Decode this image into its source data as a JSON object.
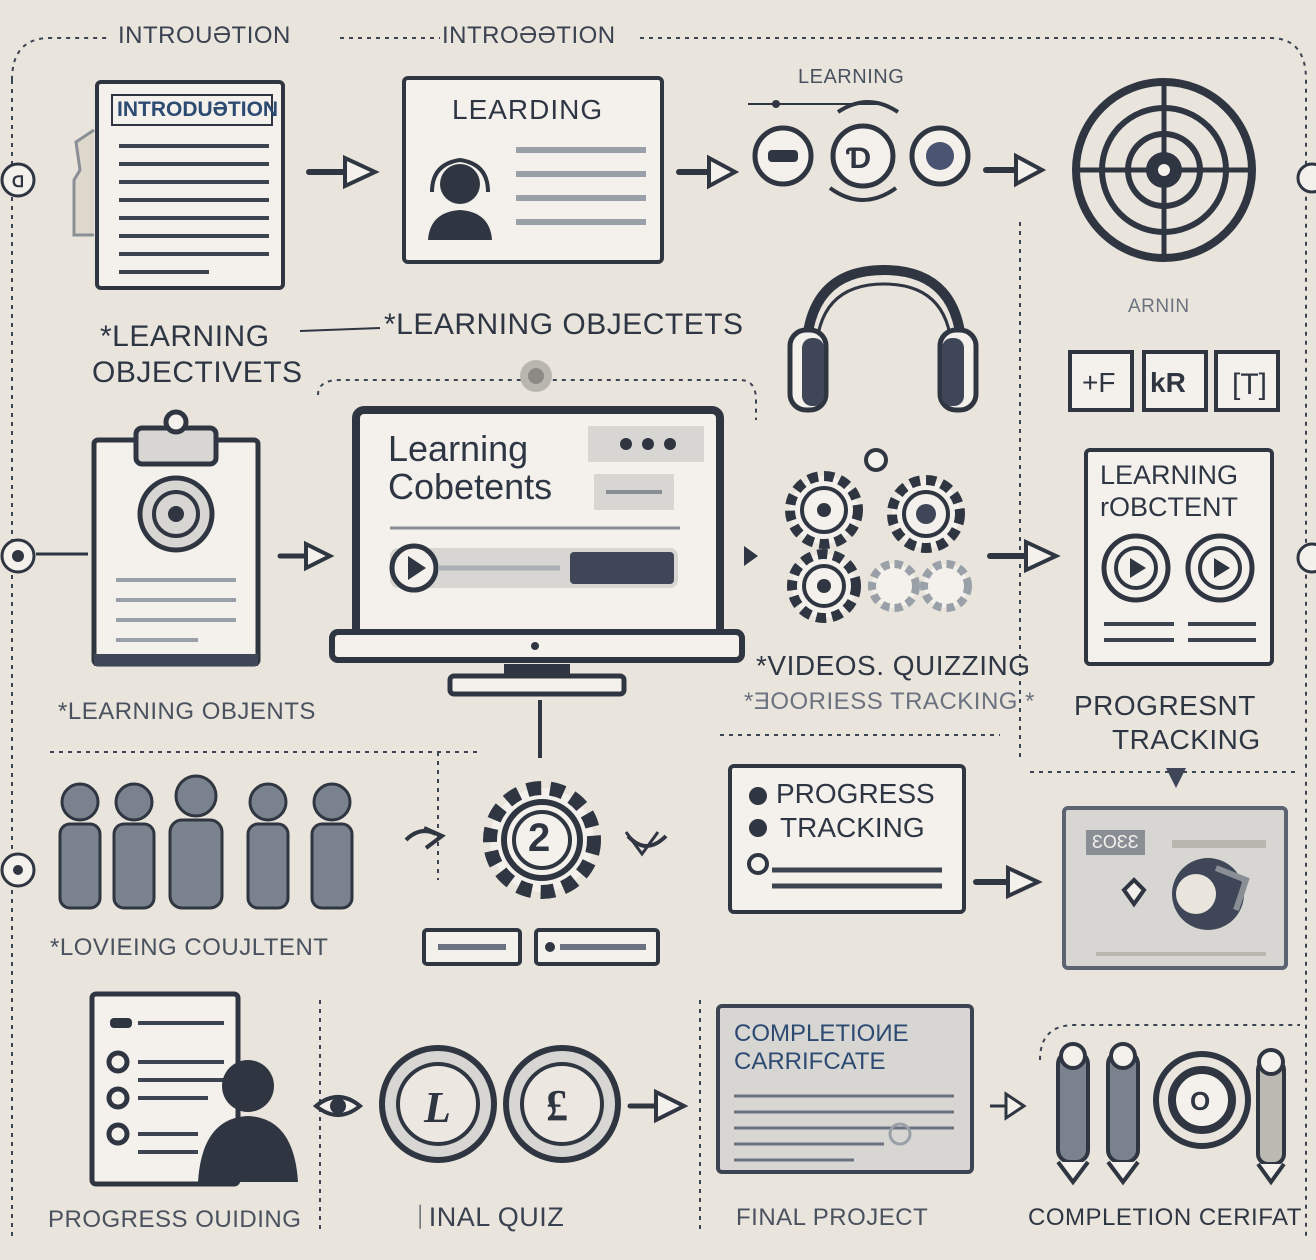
{
  "top_labels": [
    "INTROUƏTION",
    "INTROƏƏTION",
    "LEARNING"
  ],
  "panels": {
    "intro_doc_title": "INTRODUƏTION",
    "learding_card_title": "LEARDING",
    "laptop_title_line1": "Learning",
    "laptop_title_line2": "Cobetents",
    "learning_cobject_line1": "LEARNING",
    "learning_cobject_line2": "rOBCTENT",
    "progress_tracking_line1": "PROGRESS",
    "progress_tracking_line2": "TRACKING",
    "completion_line1": "COMPLETIOИE",
    "completion_line2": "CARRIFCATE",
    "arning_label": "ARNIN",
    "cert_chip": "ƐOƐƐ"
  },
  "labels": {
    "learning_objectivets_1": "*LEARNING",
    "learning_objectivets_2": "OBJECTIVETS",
    "learning_objectets": "*LEARNING OBJECTETS",
    "learning_objents": "*LEARNING OBJENTS",
    "videos_quizzing": "*VIDEOS. QUIZZING",
    "progress_tracking_sub": "*ƎOORIESS TRACKING *",
    "progresnt_1": "PROGRESNT",
    "progresnt_2": "TRACKING",
    "lovieing_content": "*LOVIEING COUJLTENT",
    "progress_ouiding": "PROGRESS OUIDING",
    "final_quiz": "ᛁINAL  QUIZ",
    "final_project": "FINAL  PROJECT",
    "completion_cert": "COMPLETION CERIFAT",
    "gear_number": "2",
    "coin_1": "L",
    "coin_2": "£",
    "badge_o": "O"
  },
  "colors": {
    "background": "#e9e4dc",
    "ink": "#2f3642",
    "panel": "#f4f1ec",
    "accent_blue": "#2c4a72"
  },
  "icons": [
    "arrow-icon",
    "person-icon",
    "headphones-icon",
    "gear-icon",
    "target-icon",
    "play-icon",
    "clipboard-icon",
    "laptop-icon",
    "pencil-icon",
    "people-icon"
  ]
}
